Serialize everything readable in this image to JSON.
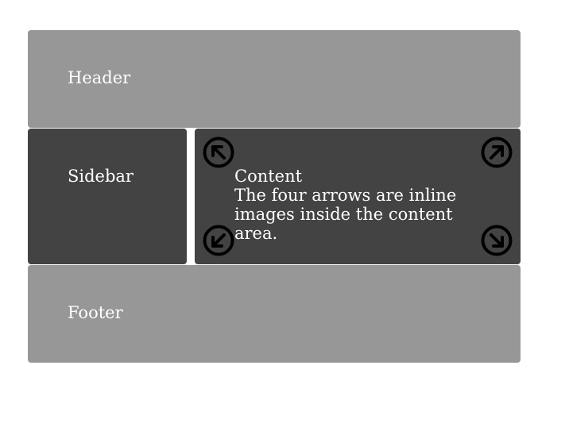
{
  "header": {
    "label": "Header"
  },
  "sidebar": {
    "label": "Sidebar"
  },
  "content": {
    "title": "Content",
    "description": "The four arrows are inline images inside the content area.",
    "arrows": [
      "arrow-up-left-icon",
      "arrow-up-right-icon",
      "arrow-down-left-icon",
      "arrow-down-right-icon"
    ]
  },
  "footer": {
    "label": "Footer"
  },
  "colors": {
    "light_panel": "#979797",
    "dark_panel": "#434343",
    "text": "#ffffff",
    "arrow": "#000000"
  }
}
